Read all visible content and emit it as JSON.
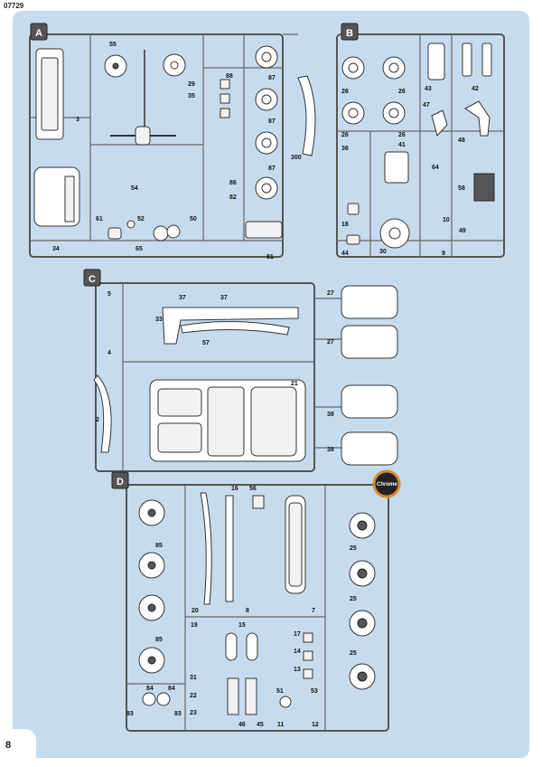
{
  "header": {
    "code": "07729"
  },
  "page_number": "8",
  "sprues": [
    {
      "letter": "A",
      "labels": [
        "55",
        "3",
        "29",
        "35",
        "88",
        "87",
        "87",
        "87",
        "54",
        "86",
        "82",
        "61",
        "52",
        "50",
        "34",
        "65",
        "81",
        "300"
      ]
    },
    {
      "letter": "B",
      "labels": [
        "26",
        "26",
        "26",
        "26",
        "43",
        "42",
        "47",
        "48",
        "36",
        "41",
        "64",
        "58",
        "18",
        "10",
        "49",
        "44",
        "30",
        "9"
      ]
    },
    {
      "letter": "C",
      "labels": [
        "5",
        "37",
        "37",
        "27",
        "33",
        "4",
        "57",
        "27",
        "21",
        "2",
        "38",
        "38"
      ]
    },
    {
      "letter": "D",
      "labels": [
        "16",
        "56",
        "85",
        "25",
        "85",
        "25",
        "20",
        "8",
        "7",
        "19",
        "15",
        "17",
        "14",
        "13",
        "25",
        "31",
        "22",
        "51",
        "53",
        "23",
        "46",
        "45",
        "11",
        "12",
        "83",
        "84",
        "83",
        "84"
      ]
    }
  ],
  "chrome_badge": "Chrome",
  "colors": {
    "panel": "#c6dcee",
    "badge": "#1a1a1a",
    "runner": "#666666",
    "chrome_ring": "#d98a2b"
  }
}
